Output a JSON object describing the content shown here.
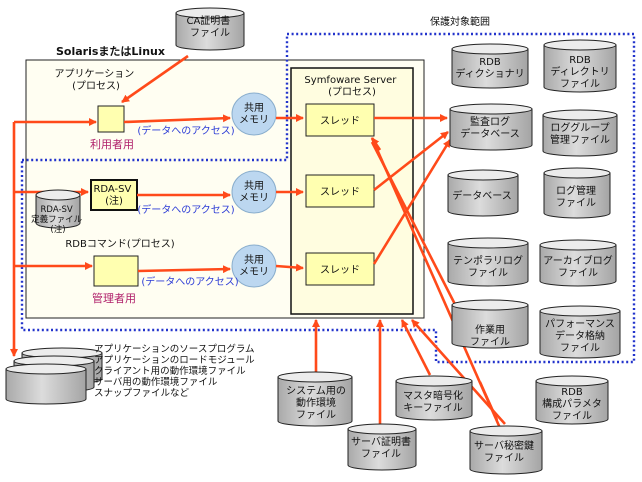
{
  "protection_scope_label": "保護対象範囲",
  "os_label": "SolarisまたはLinux",
  "ca_cert": [
    "CA証明書",
    "ファイル"
  ],
  "app": {
    "title": [
      "アプリケーション",
      "(プロセス)"
    ],
    "role": "利用者用"
  },
  "rda": {
    "title": [
      "RDA-SV",
      "(注)"
    ],
    "def_file": [
      "RDA-SV",
      "定義ファイル",
      "(注)"
    ]
  },
  "rdb_cmd": {
    "title": "RDBコマンド(プロセス)",
    "role": "管理者用"
  },
  "data_access_label": "(データへのアクセス)",
  "shared_memory": [
    "共用",
    "メモリ"
  ],
  "server": {
    "title": [
      "Symfoware Server",
      "(プロセス)"
    ],
    "thread_label": "スレッド"
  },
  "protected_files": [
    [
      "RDB",
      "ディクショナリ"
    ],
    [
      "RDB",
      "ディレクトリ",
      "ファイル"
    ],
    [
      "監査ログ",
      "データベース"
    ],
    [
      "ロググループ",
      "管理ファイル"
    ],
    [
      "データベース"
    ],
    [
      "ログ管理",
      "ファイル"
    ],
    [
      "テンポラリログ",
      "ファイル"
    ],
    [
      "アーカイブログ",
      "ファイル"
    ],
    [
      "作業用",
      "ファイル"
    ],
    [
      "パフォーマンス",
      "データ格納",
      "ファイル"
    ]
  ],
  "bottom_files": {
    "system_env": [
      "システム用の",
      "動作環境",
      "ファイル"
    ],
    "master_key": [
      "マスタ暗号化",
      "キーファイル"
    ],
    "rdb_config": [
      "RDB",
      "構成パラメタ",
      "ファイル"
    ],
    "server_cert": [
      "サーバ証明書",
      "ファイル"
    ],
    "server_key": [
      "サーバ秘密鍵",
      "ファイル"
    ]
  },
  "unprotected_notes": [
    "アプリケーションのソースプログラム",
    "アプリケーションのロードモジュール",
    "クライアント用の動作環境ファイル",
    "サーバ用の動作環境ファイル",
    "スナップファイルなど"
  ],
  "colors": {
    "arrow": "#ff4a1a",
    "dotted_border": "#2233cc",
    "cylinder_fill": "#c6c6c6",
    "memory_fill": "#bcd7f0",
    "server_fill": "#fffde0",
    "process_fill": "#ffffb0",
    "label_blue": "#2b3bd6",
    "label_magenta": "#b0206a"
  }
}
